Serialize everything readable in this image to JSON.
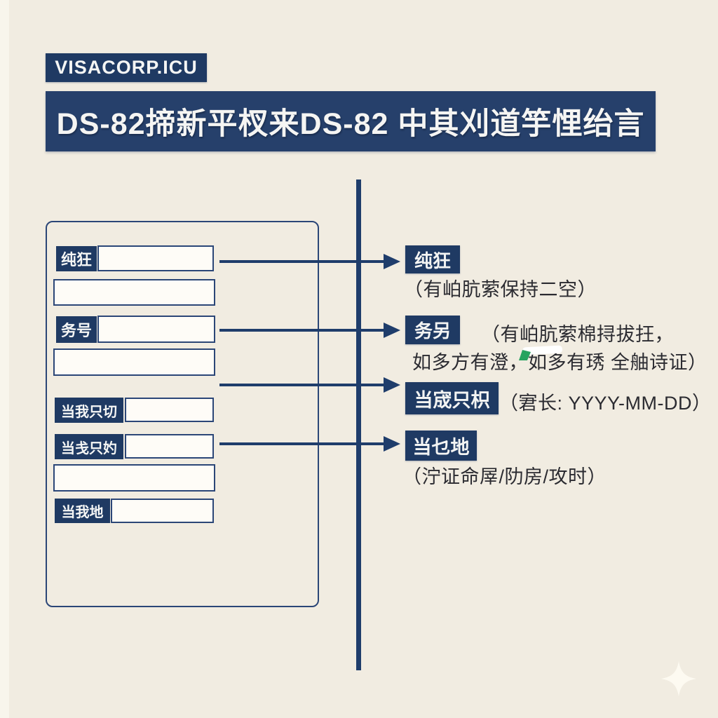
{
  "brand": {
    "label": "VISACORP.ICU"
  },
  "title": {
    "text": "DS-82揥新平杈来DS-82 中其刈道竽悝绐言"
  },
  "form": {
    "input_value": "",
    "rows": [
      {
        "label": "纯狂"
      },
      {
        "label": "务号"
      },
      {
        "label": "当我只切"
      },
      {
        "label": "当戋只妁"
      },
      {
        "label": "当我地"
      }
    ]
  },
  "annotations": [
    {
      "badge": "纯狂",
      "note": "（有岶肮萦保持二空）"
    },
    {
      "badge": "务另",
      "note_line1": "（有岶肮萦棉挦拔抂，",
      "note_line2": "如多方有澄，如多有琇 全舳诗证）"
    },
    {
      "badge": "当宬只枳",
      "note": "（宭长: YYYY-MM-DD）"
    },
    {
      "badge": "当乜地",
      "note": "（泞证命屖/阞房/攻时）"
    }
  ],
  "colors": {
    "background": "#f1ece1",
    "navy_banner": "#26406b",
    "navy_badge": "#1f3a63",
    "navy_line": "#1f3d6b",
    "input_fill": "#fefcf7",
    "note_text": "#2b2b31",
    "glitch_green": "#27a35f",
    "sparkle": "#fdfaf1"
  },
  "icons": {
    "sparkle": "four-point-star"
  }
}
